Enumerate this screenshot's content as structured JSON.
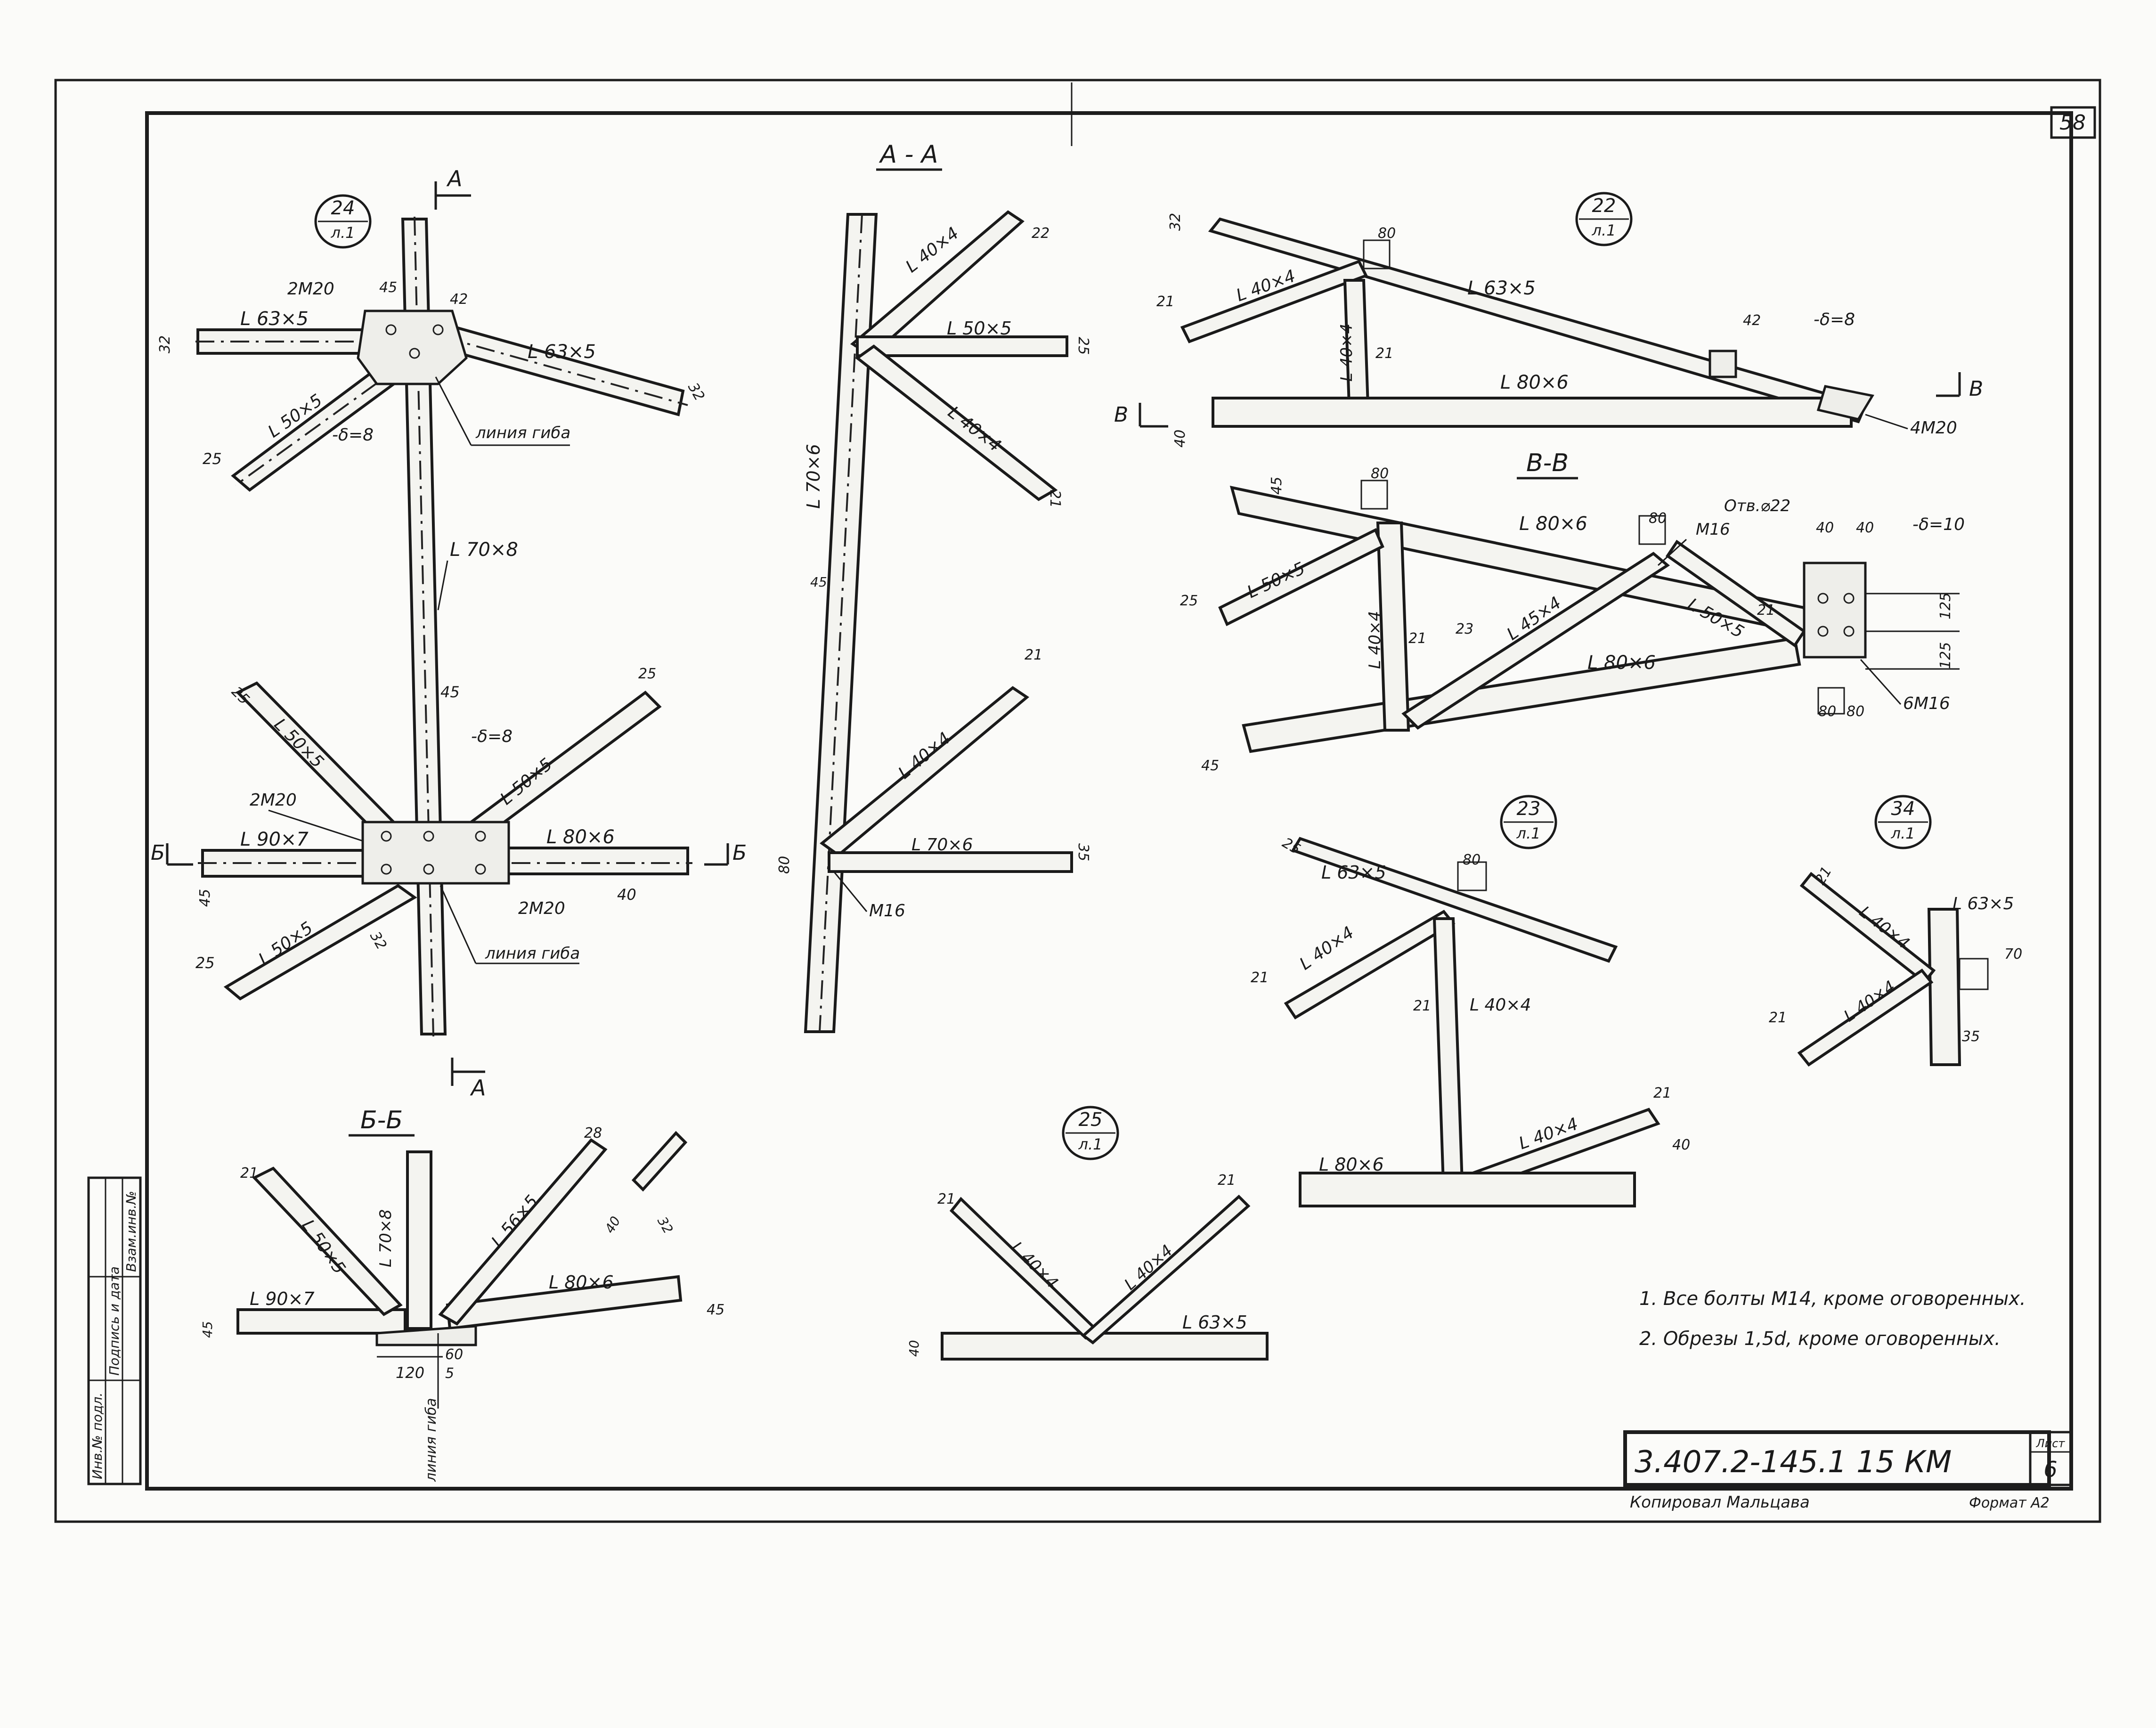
{
  "sheet": {
    "page_number": "58",
    "title_block": {
      "designation": "3.407.2-145.1 15 КМ",
      "sheet_label": "Лист",
      "sheet_number": "6",
      "copied_by": "Копировал  Мальцава",
      "format": "Формат А2"
    },
    "side_stamp": [
      "Инв.№ подл.",
      "Подпись и дата",
      "Взам.инв.№"
    ]
  },
  "notes": [
    "1. Все болты М14, кроме оговоренных.",
    "2. Обрезы 1,5d, кроме оговоренных."
  ],
  "views": {
    "node24": {
      "bubble_top": "24",
      "bubble_bottom": "л.1",
      "section_mark": "А",
      "labels": [
        "L 63×5",
        "2М20",
        "45",
        "42",
        "L 63×5",
        "32",
        "32",
        "L 50×5",
        "-δ=8",
        "линия гиба",
        "25",
        "L 70×8",
        "45"
      ]
    },
    "node24_lower": {
      "labels": [
        "L 50×5",
        "25",
        "25",
        "-δ=8",
        "L 50×5",
        "2М20",
        "L 90×7",
        "L 80×6",
        "Б",
        "Б",
        "45",
        "40",
        "2М20",
        "L 50×5",
        "32",
        "25",
        "линия гиба",
        "А",
        "45"
      ]
    },
    "sectionAA": {
      "title": "А - А",
      "labels": [
        "L 40×4",
        "22",
        "L 50×5",
        "25",
        "L 40×4",
        "21",
        "L 70×6",
        "45",
        "L 40×4",
        "21",
        "L 70×6",
        "35",
        "80",
        "М16"
      ]
    },
    "node22": {
      "bubble_top": "22",
      "bubble_bottom": "л.1",
      "labels": [
        "32",
        "80",
        "21",
        "L 40×4",
        "L 63×5",
        "42",
        "-δ=8",
        "L 40×4",
        "21",
        "L 80×6",
        "В",
        "В",
        "40",
        "4М20"
      ]
    },
    "sectionBB": {
      "title": "В-В",
      "labels": [
        "45",
        "80",
        "L 80×6",
        "80",
        "Отв.⌀22",
        "М16",
        "40",
        "40",
        "-δ=10",
        "L 50×5",
        "25",
        "L 45×4",
        "23",
        "21",
        "L 50×5",
        "125",
        "125",
        "L 40×4",
        "21",
        "L 80×6",
        "80",
        "80",
        "6М16",
        "45"
      ]
    },
    "node23": {
      "bubble_top": "23",
      "bubble_bottom": "л.1",
      "labels": [
        "25",
        "L 63×5",
        "80",
        "L 40×4",
        "21",
        "21",
        "L 40×4",
        "L 40×4",
        "21",
        "L 80×6",
        "40"
      ]
    },
    "node34": {
      "bubble_top": "34",
      "bubble_bottom": "л.1",
      "labels": [
        "21",
        "L 40×4",
        "L 63×5",
        "70",
        "L 40×4",
        "21",
        "35"
      ]
    },
    "sectionBB2": {
      "title": "Б-Б",
      "labels": [
        "21",
        "L 50×5",
        "L 70×8",
        "L 56×5",
        "28",
        "40",
        "32",
        "L 80×6",
        "L 90×7",
        "45",
        "45",
        "120",
        "60",
        "5",
        "линия гиба"
      ]
    },
    "node25": {
      "bubble_top": "25",
      "bubble_bottom": "л.1",
      "labels": [
        "21",
        "21",
        "L 40×4",
        "L 40×4",
        "L 63×5",
        "40"
      ]
    }
  }
}
